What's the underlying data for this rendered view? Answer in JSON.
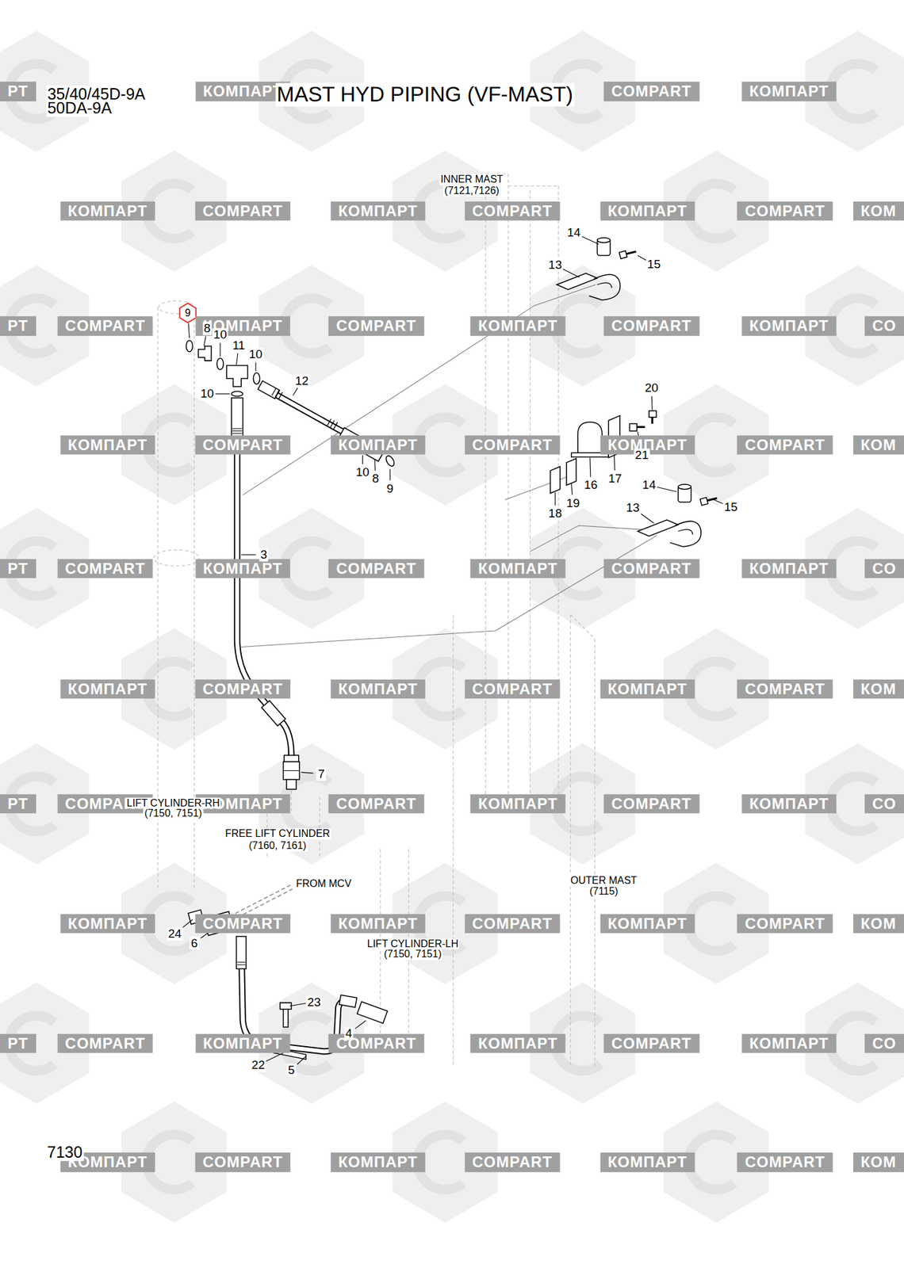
{
  "diagram": {
    "title": "MAST HYD PIPING (VF-MAST)",
    "labels": [
      "35/40/45D-9A",
      "50DA-9A",
      "INNER MAST",
      "(7121,7126)",
      "14",
      "15",
      "13",
      "9",
      "8",
      "10",
      "11",
      "10",
      "12",
      "10",
      "20",
      "21",
      "10",
      "8",
      "9",
      "16",
      "17",
      "18",
      "19",
      "14",
      "15",
      "13",
      "3",
      "7",
      "LIFT CYLINDER-RH",
      "(7150, 7151)",
      "FREE LIFT CYLINDER",
      "(7160, 7161)",
      "FROM MCV",
      "OUTER MAST",
      "(7115)",
      "24",
      "6",
      "LIFT CYLINDER-LH",
      "(7150, 7151)",
      "23",
      "4",
      "22",
      "5",
      "7130",
      "PT",
      "КОМПАРТ",
      "COMPART",
      "КОМПАРТ",
      "КОМПАРТ",
      "COMPART",
      "КОМПАРТ",
      "COMPART",
      "КОМПАРТ",
      "COMPART",
      "КОМ",
      "PT",
      "COMPART",
      "КОМПАРТ",
      "COMPART",
      "КОМПАРТ",
      "COMPART",
      "КОМПАРТ",
      "CO",
      "КОМПАРТ",
      "COMPART",
      "КОМПАРТ",
      "COMPART",
      "КОМПАРТ",
      "COMPART",
      "КОМ",
      "PT",
      "COMPART",
      "КОМПАРТ",
      "COMPART",
      "КОМПАРТ",
      "COMPART",
      "КОМПАРТ",
      "CO",
      "КОМПАРТ",
      "COMPART",
      "КОМПАРТ",
      "COMPART",
      "КОМПАРТ",
      "COMPART",
      "КОМ",
      "PT",
      "COMPART",
      "КОМПАРТ",
      "COMPART",
      "КОМПАРТ",
      "COMPART",
      "КОМПАРТ",
      "CO",
      "КОМПАРТ",
      "COMPART",
      "КОМПАРТ",
      "COMPART",
      "КОМПАРТ",
      "COMPART",
      "КОМ",
      "PT",
      "COMPART",
      "КОМПАРТ",
      "COMPART",
      "КОМПАРТ",
      "COMPART",
      "КОМПАРТ",
      "CO",
      "КОМПАРТ",
      "COMPART",
      "КОМПАРТ",
      "COMPART",
      "КОМПАРТ",
      "COMPART",
      "КОМ"
    ]
  }
}
